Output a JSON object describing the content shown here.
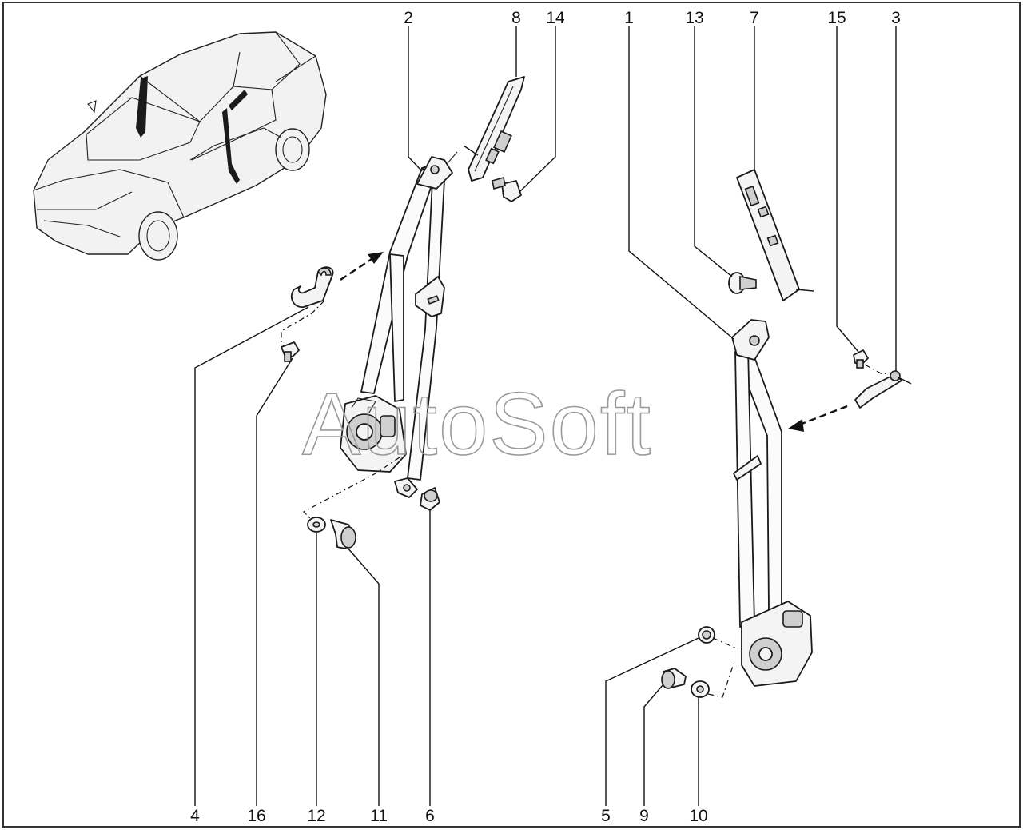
{
  "watermark": "AutoSoft",
  "callouts_top": [
    "2",
    "8",
    "14",
    "1",
    "13",
    "7",
    "15",
    "3"
  ],
  "callouts_bottom": [
    "4",
    "16",
    "12",
    "11",
    "6",
    "5",
    "9",
    "10"
  ],
  "icons": {
    "overview": "car-overview-icon",
    "front_belt": "front-seat-belt-icon",
    "rear_belt": "rear-seat-belt-icon"
  },
  "colors": {
    "line": "#1a1a1a",
    "border": "#333333",
    "watermark": "#9a9a9a"
  }
}
